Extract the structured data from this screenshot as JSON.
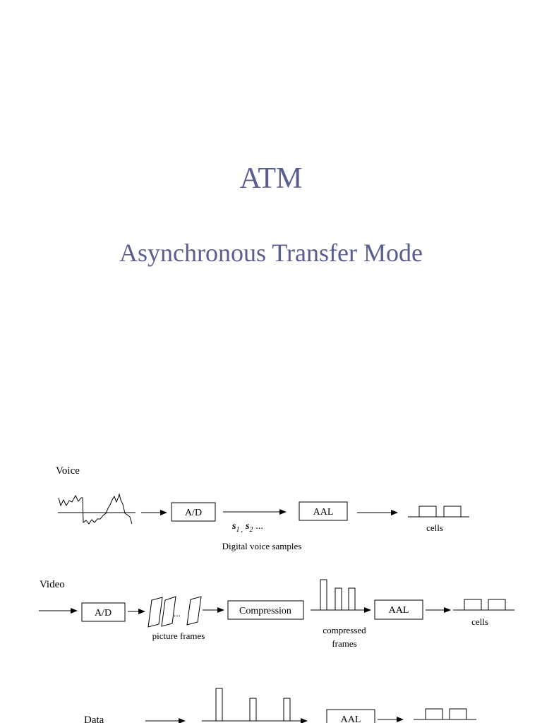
{
  "title": "ATM",
  "subtitle": "Asynchronous Transfer Mode",
  "voice": {
    "label": "Voice",
    "ad_box": "A/D",
    "samples_s": "s",
    "samples_sub1": "1",
    "samples_sep": ",",
    "samples_sub2": "2",
    "samples_tail": "...",
    "samples_caption": "Digital voice samples",
    "aal_box": "AAL",
    "cells_label": "cells"
  },
  "video": {
    "label": "Video",
    "ad_box": "A/D",
    "frames_ellipsis": "...",
    "frames_caption": "picture frames",
    "compression_box": "Compression",
    "compressed_line1": "compressed",
    "compressed_line2": "frames",
    "aal_box": "AAL",
    "cells_label": "cells"
  },
  "data": {
    "label": "Data",
    "aal_box": "AAL"
  }
}
